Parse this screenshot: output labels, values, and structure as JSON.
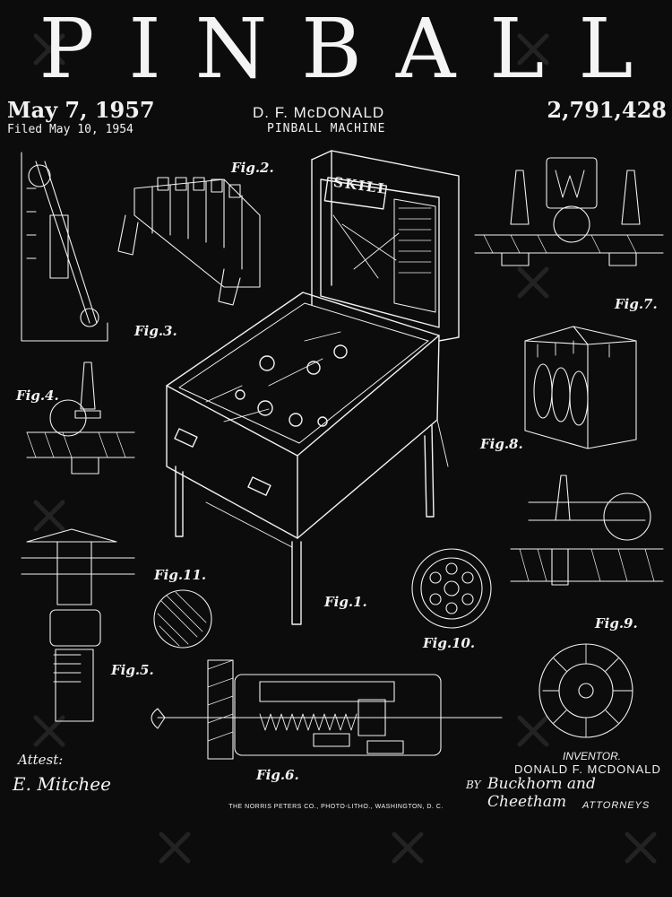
{
  "title": "PINBALL",
  "date": "May 7, 1957",
  "filed": "Filed May 10, 1954",
  "inventor_header": "D. F. McDONALD",
  "invention": "PINBALL MACHINE",
  "patent_number": "2,791,428",
  "figure_labels": {
    "fig1": "Fig.1.",
    "fig2": "Fig.2.",
    "fig3": "Fig.3.",
    "fig4": "Fig.4.",
    "fig5": "Fig.5.",
    "fig6": "Fig.6.",
    "fig7": "Fig.7.",
    "fig8": "Fig.8.",
    "fig9": "Fig.9.",
    "fig10": "Fig.10.",
    "fig11": "Fig.11."
  },
  "backglass_text": "SKILL",
  "inventor_label": "INVENTOR.",
  "inventor_name": "DONALD F. MCDONALD",
  "by": "BY",
  "attorney_signature": "Buckhorn and Cheetham",
  "attorneys": "ATTORNEYS",
  "attest": "Attest:",
  "attest_signature": "E. Mitchee",
  "printer_credit": "THE NORRIS PETERS CO., PHOTO-LITHO., WASHINGTON, D. C.",
  "colors": {
    "background": "#0c0c0c",
    "ink": "#f2f2f2"
  }
}
